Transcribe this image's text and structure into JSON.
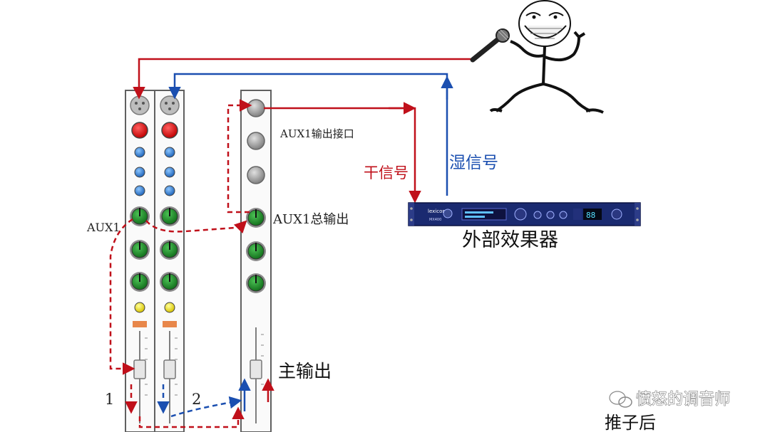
{
  "labels": {
    "aux1_output_port": "AUX1输出接口",
    "dry_signal": "干信号",
    "wet_signal": "湿信号",
    "external_effects": "外部效果器",
    "aux1_send": "AUX1",
    "aux1_master": "AUX1总输出",
    "main_out": "主输出",
    "channel_1": "1",
    "channel_2": "2",
    "post_fader": "推子后"
  },
  "device": {
    "brand": "lexicon",
    "model": "MX400",
    "display": "88"
  },
  "watermark": {
    "text": "愤怒的调音师",
    "icon": "wechat-icon"
  },
  "colors": {
    "dry": "#c0101a",
    "wet": "#1b4fb0",
    "knob_green": "#1f8a2a",
    "knob_blue": "#2f7fd6",
    "knob_red": "#e01818",
    "knob_yellow": "#f0e020",
    "knob_gray": "#9a9a9a",
    "strip_border": "#606060"
  }
}
